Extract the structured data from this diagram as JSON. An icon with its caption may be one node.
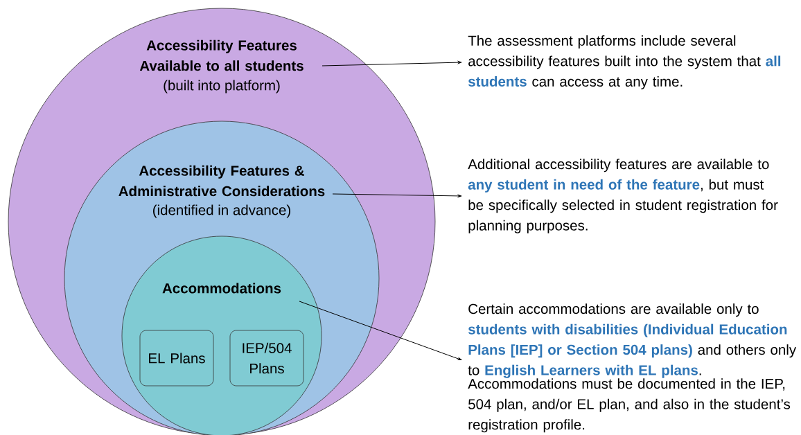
{
  "diagram": {
    "nodes": [
      {
        "text": [
          "Accessibility Features Available to all students",
          "(built into platform)"
        ]
      },
      {
        "text": [
          "Accessibility Features & Administrative Considerations",
          "(identified in advance)"
        ],
        "in": 0
      },
      {
        "text": [
          "Accommodations"
        ],
        "in": 1
      },
      {
        "text": [
          "EL Plans"
        ],
        "in": 2
      },
      {
        "text": [
          "IEP/504 Plans"
        ],
        "in": 2
      },
      {
        "text": [
          "The assessment platforms include several accessibility features built into the system that **all students** can access at any time."
        ]
      },
      {
        "text": [
          "Additional accessibility features are available to **any student in need of the feature**, but must be specifically selected in student registration for planning purposes."
        ]
      },
      {
        "text": [
          "Certain accommodations are available only to **students with disabilities (Individual Education Plans [IEP] or Section 504 plans)** and others only to **English Learners with EL plans**."
        ]
      }
    ],
    "edges": [
      {
        "from": 0,
        "to": 5,
        "arrow": "to"
      },
      {
        "from": 1,
        "to": 6,
        "arrow": "to"
      },
      {
        "from": 2,
        "to": 7,
        "arrow": "to"
      }
    ],
    "labels": [
      "Accommodations must be documented in the IEP, 504 plan, and/or EL plan, and also in the student’s registration profile."
    ]
  }
}
